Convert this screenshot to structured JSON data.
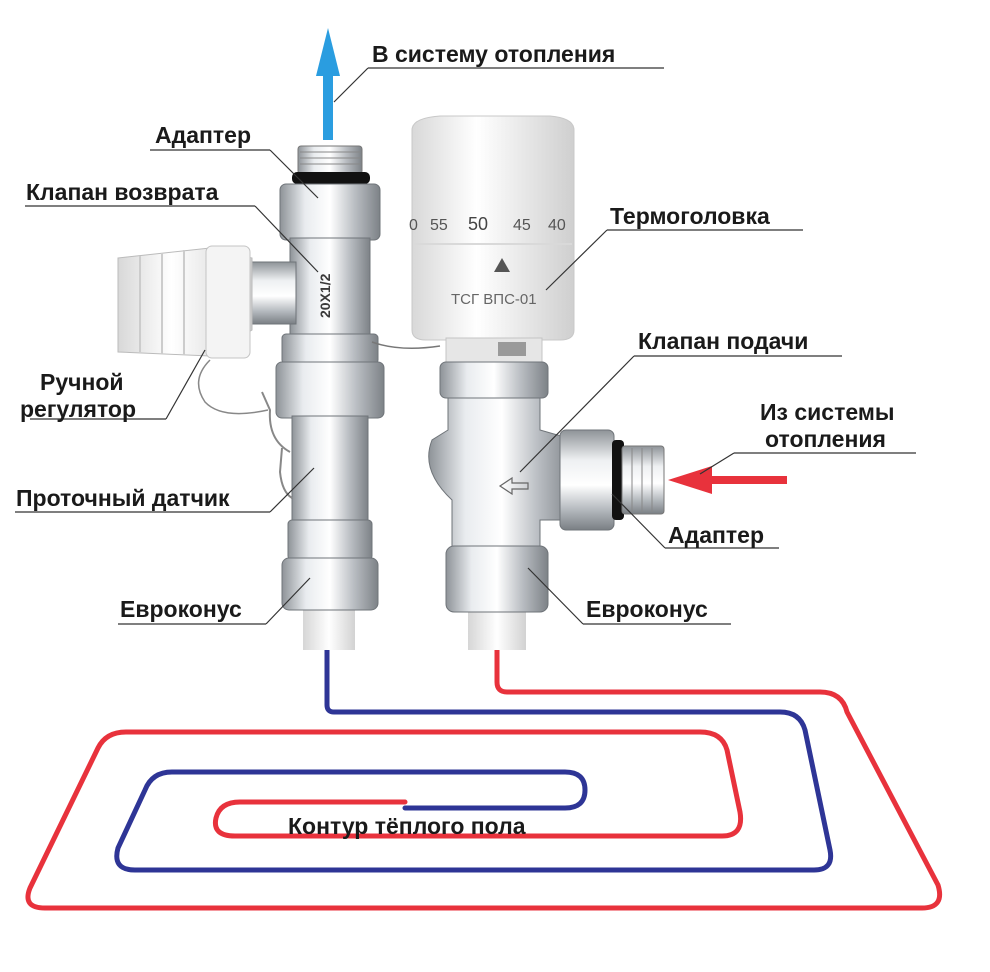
{
  "labels": {
    "to_heating": "В систему отопления",
    "adapter_top": "Адаптер",
    "return_valve": "Клапан возврата",
    "thermo_head": "Термоголовка",
    "manual_line1": "Ручной",
    "manual_line2": "регулятор",
    "supply_valve": "Клапан подачи",
    "from_line1": "Из системы",
    "from_line2": "отопления",
    "flow_sensor": "Проточный датчик",
    "adapter_right": "Адаптер",
    "eurocone_left": "Евроконус",
    "eurocone_right": "Евроконус",
    "circuit": "Контур тёплого пола"
  },
  "thermo_head": {
    "scale": [
      "0",
      "55",
      "50",
      "45",
      "40"
    ],
    "model": "ТСГ ВПС-01"
  },
  "valve_marking": "20X1/2",
  "colors": {
    "hot": "#e8323c",
    "cold": "#2e3596",
    "arrow_out": "#2a9de0",
    "arrow_in": "#e8323c",
    "metal": "#c9ccd0"
  },
  "icons": {
    "out_arrow": "arrow-up-icon",
    "in_arrow": "arrow-left-icon",
    "flow_arrow": "arrow-left-outline-icon"
  }
}
